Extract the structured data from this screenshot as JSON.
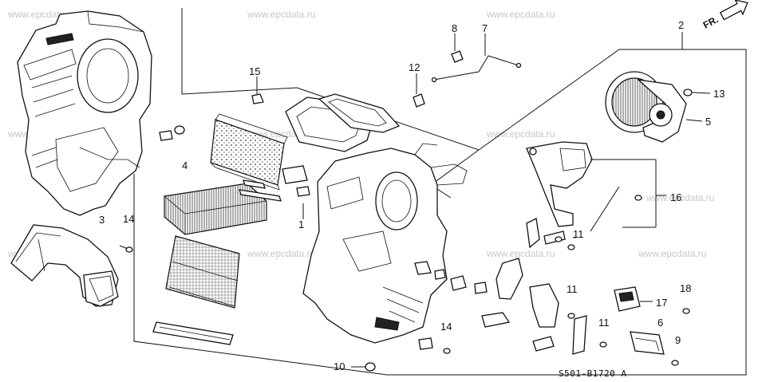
{
  "watermark": "www.epcdata.ru",
  "direction_label": "FR.",
  "diagram_code": "S501-B1720 A",
  "callouts": [
    "1",
    "2",
    "3",
    "4",
    "5",
    "6",
    "7",
    "8",
    "9",
    "10",
    "11",
    "11",
    "11",
    "11",
    "12",
    "13",
    "14",
    "14",
    "15",
    "16",
    "17",
    "18"
  ]
}
